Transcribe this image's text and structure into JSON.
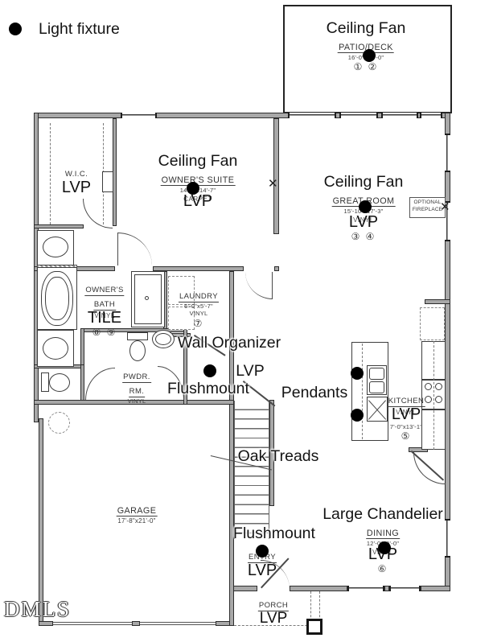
{
  "colors": {
    "wall_fill": "#a8a8a8",
    "wall_edge": "#2e2e2e",
    "fixture_dot": "#000000"
  },
  "legend": {
    "label": "Light fixture"
  },
  "watermark": "DMLS",
  "marks": {
    "fireplace_x": "✕",
    "wall_x": "✕"
  },
  "fireplace": {
    "line1": "OPTIONAL",
    "line2": "FIREPLACE"
  },
  "annotations": {
    "wall_organizer": "Wall Organizer",
    "pendants": "Pendants",
    "oak_treads": "Oak Treads",
    "hall_flushmount": "Flushmount",
    "hall_floor": "LVP"
  },
  "rooms": {
    "patio": {
      "fixture": "Ceiling Fan",
      "name": "PATIO/DECK",
      "dims": "16'-0\"x10'-0\"",
      "circles": "① ②"
    },
    "owners_suite": {
      "fixture": "Ceiling Fan",
      "name": "OWNER'S SUITE",
      "dims": "14'-0\"x14'-7\"",
      "orig_floor": "CARPET",
      "floor": "LVP"
    },
    "great_room": {
      "fixture": "Ceiling Fan",
      "name": "GREAT ROOM",
      "dims": "15'-10\"x17'-3\"",
      "orig_floor": "VINYL",
      "floor": "LVP",
      "circles": "③ ④"
    },
    "wic": {
      "name": "W.I.C.",
      "floor": "LVP"
    },
    "owners_bath": {
      "name_line1": "OWNER'S",
      "name_line2": "BATH",
      "orig_floor": "VINYL",
      "floor": "TILE",
      "circles": "⑧ ⑨"
    },
    "laundry": {
      "name": "LAUNDRY",
      "dims": "6'-0\"x5'-7\"",
      "floor": "VINYL",
      "circles": "⑦"
    },
    "powder": {
      "name_line1": "PWDR.",
      "name_line2": "RM.",
      "floor": "VINYL"
    },
    "kitchen": {
      "name": "KITCHEN",
      "dims": "7'-0\"x13'-1\"",
      "orig_floor": "VINYL",
      "floor": "LVP",
      "circles": "⑤"
    },
    "garage": {
      "name": "GARAGE",
      "dims": "17'-8\"x21'-0\""
    },
    "dining": {
      "fixture": "Large Chandelier",
      "name": "DINING",
      "dims": "12'-0\"x9'-0\"",
      "orig_floor": "VINYL",
      "floor": "LVP",
      "circles": "⑥"
    },
    "entry": {
      "fixture": "Flushmount",
      "name": "ENTRY",
      "floor": "LVP"
    },
    "porch": {
      "name": "PORCH",
      "floor": "LVP"
    }
  }
}
